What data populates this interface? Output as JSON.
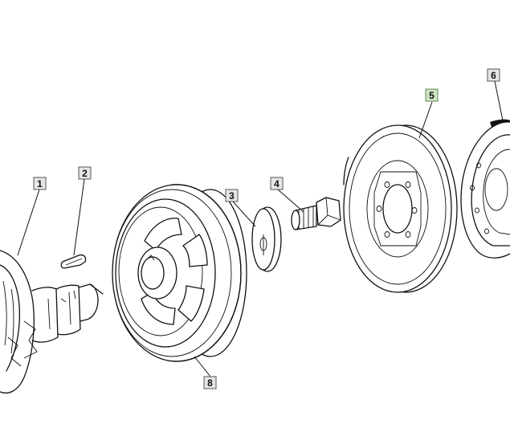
{
  "colors": {
    "callout_bg": "#e6e6e6",
    "callout_highlight_bg": "#cfe3c4",
    "line": "#111111",
    "background": "#ffffff"
  },
  "callouts": [
    {
      "id": "1",
      "label": "1",
      "part": "crankshaft",
      "highlighted": false
    },
    {
      "id": "2",
      "label": "2",
      "part": "woodruff-key",
      "highlighted": false
    },
    {
      "id": "3",
      "label": "3",
      "part": "washer",
      "highlighted": false
    },
    {
      "id": "4",
      "label": "4",
      "part": "bolt",
      "highlighted": false
    },
    {
      "id": "5",
      "label": "5",
      "part": "pulley",
      "highlighted": true
    },
    {
      "id": "6",
      "label": "6",
      "part": "damper",
      "highlighted": false
    },
    {
      "id": "8",
      "label": "8",
      "part": "hub-pulley",
      "highlighted": false
    }
  ]
}
